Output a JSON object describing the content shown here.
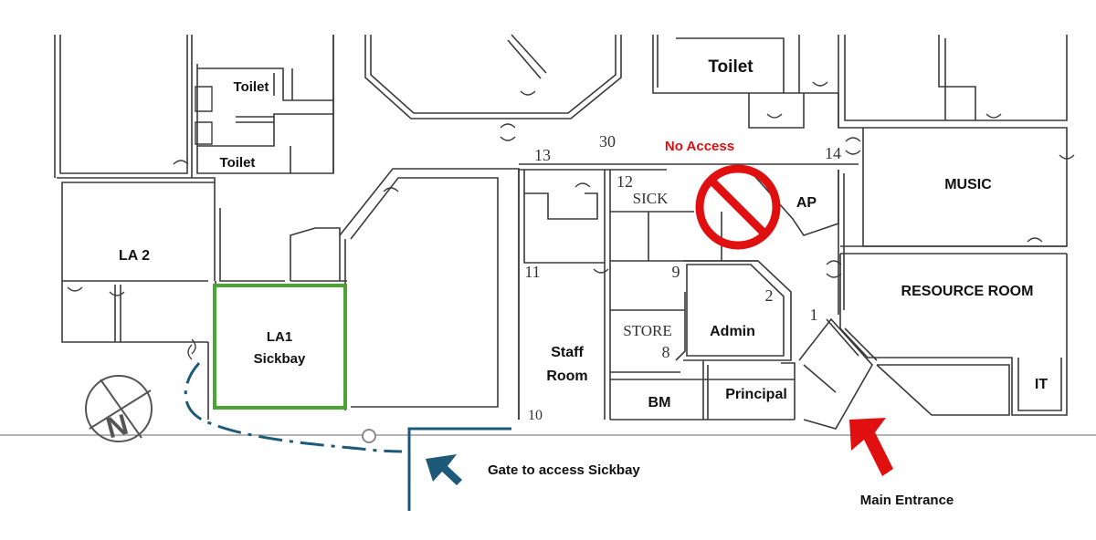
{
  "rooms": {
    "toilet_a": "Toilet",
    "toilet_b": "Toilet",
    "toilet_c": "Toilet",
    "la2": "LA 2",
    "la1_line1": "LA1",
    "la1_line2": "Sickbay",
    "sick": "SICK",
    "ap": "AP",
    "music": "MUSIC",
    "resource_room": "RESOURCE ROOM",
    "it": "IT",
    "staff_line1": "Staff",
    "staff_line2": "Room",
    "store": "STORE",
    "admin": "Admin",
    "bm": "BM",
    "principal": "Principal"
  },
  "room_numbers": {
    "n13": "13",
    "n30": "30",
    "n12": "12",
    "n14": "14",
    "n11": "11",
    "n9": "9",
    "n2": "2",
    "n1": "1",
    "n8": "8",
    "n10": "10"
  },
  "annotations": {
    "no_access": "No Access",
    "gate": "Gate to access Sickbay",
    "main_entrance": "Main Entrance",
    "compass_letter": "N"
  },
  "colors": {
    "walls": "#3a3a3a",
    "highlight_green": "#4aa534",
    "no_access_red": "#e01010",
    "path_teal": "#1c5a78",
    "entrance_arrow": "#e01010"
  },
  "icons": {
    "no_entry": "no-entry-icon",
    "gate_arrow": "arrow-icon",
    "entrance_arrow": "arrow-icon",
    "compass": "compass-icon"
  }
}
